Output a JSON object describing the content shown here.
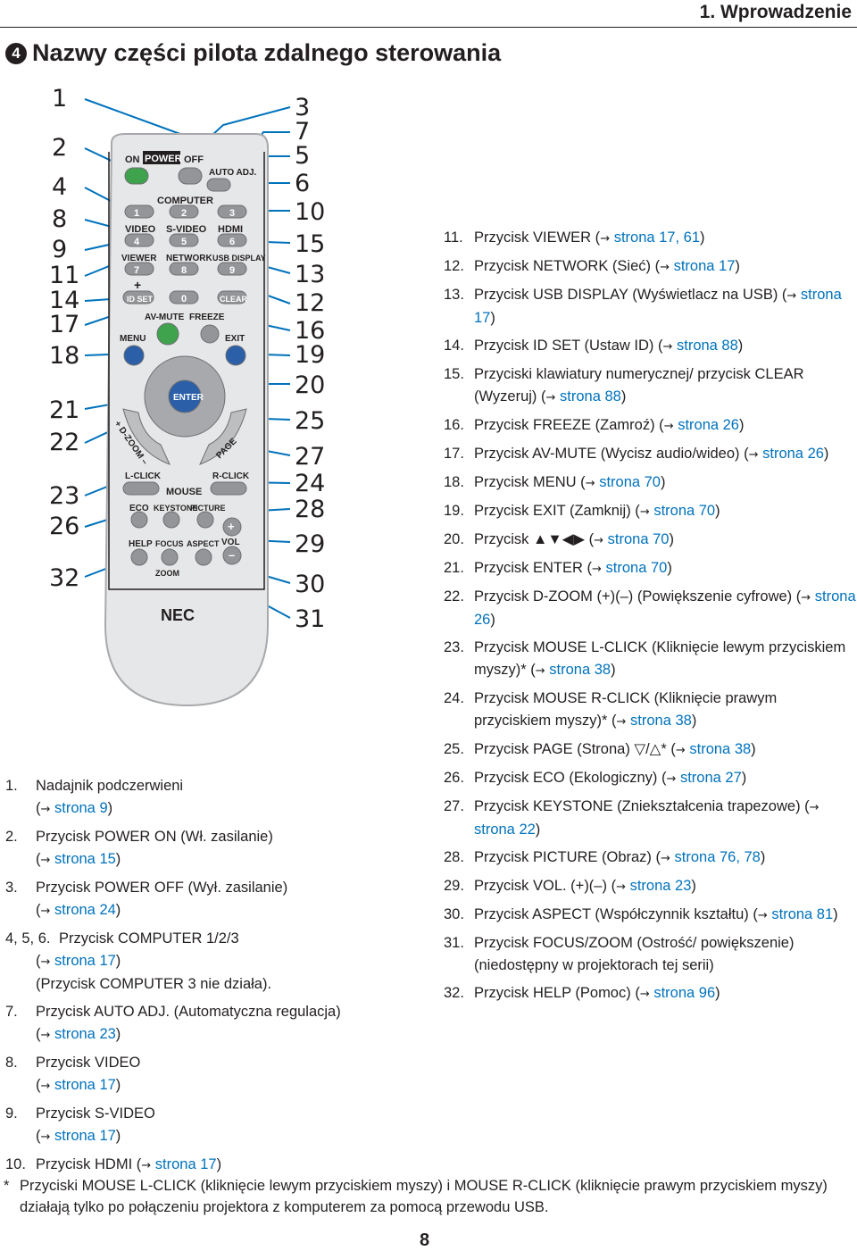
{
  "header": {
    "chapter": "1. Wprowadzenie"
  },
  "title": {
    "badge": "4",
    "text": "Nazwy części pilota zdalnego sterowania"
  },
  "callouts_left": [
    "1",
    "2",
    "4",
    "8",
    "9",
    "11",
    "14",
    "17",
    "18",
    "21",
    "22",
    "23",
    "26",
    "32"
  ],
  "callouts_right": [
    "3",
    "7",
    "5",
    "6",
    "10",
    "15",
    "13",
    "12",
    "16",
    "19",
    "20",
    "25",
    "27",
    "24",
    "28",
    "29",
    "30",
    "31"
  ],
  "remote": {
    "power_on": "ON",
    "power": "POWER",
    "power_off": "OFF",
    "auto_adj": "AUTO ADJ.",
    "computer": "COMPUTER",
    "k1": "1",
    "k2": "2",
    "k3": "3",
    "video": "VIDEO",
    "svideo": "S-VIDEO",
    "hdmi": "HDMI",
    "k4": "4",
    "k5": "5",
    "k6": "6",
    "viewer": "VIEWER",
    "network": "NETWORK",
    "usb_display": "USB DISPLAY",
    "k7": "7",
    "k8": "8",
    "k9": "9",
    "plus": "+",
    "id_set": "ID SET",
    "k0": "0",
    "clear": "CLEAR",
    "av_mute": "AV-MUTE",
    "freeze": "FREEZE",
    "menu": "MENU",
    "exit": "EXIT",
    "enter": "ENTER",
    "d_zoom": "+ D-ZOOM –",
    "page": "PAGE",
    "l_click": "L-CLICK",
    "r_click": "R-CLICK",
    "mouse": "MOUSE",
    "eco": "ECO",
    "keystone": "KEYSTONE",
    "picture": "PICTURE",
    "help": "HELP",
    "focus": "FOCUS",
    "aspect": "ASPECT",
    "vol": "VOL",
    "vol_plus": "+",
    "vol_minus": "–",
    "zoom": "ZOOM",
    "brand": "NEC"
  },
  "left_list": [
    {
      "num": "1.",
      "label": "Nadajnik podczerwieni",
      "ref": "strona 9"
    },
    {
      "num": "2.",
      "label": "Przycisk POWER ON (Wł. zasilanie)",
      "ref": "strona 15"
    },
    {
      "num": "3.",
      "label": "Przycisk POWER OFF (Wył. zasilanie)",
      "ref": "strona 24"
    },
    {
      "num": "4, 5, 6.",
      "label": "Przycisk COMPUTER 1/2/3",
      "ref": "strona 17",
      "note": "(Przycisk COMPUTER 3 nie działa)."
    },
    {
      "num": "7.",
      "label": "Przycisk AUTO ADJ. (Automatyczna regulacja)",
      "ref": "strona 23"
    },
    {
      "num": "8.",
      "label": "Przycisk VIDEO",
      "ref": "strona 17"
    },
    {
      "num": "9.",
      "label": "Przycisk S-VIDEO",
      "ref": "strona 17"
    },
    {
      "num": "10.",
      "label": "Przycisk HDMI",
      "ref": "strona 17"
    }
  ],
  "right_list": [
    {
      "num": "11.",
      "label": "Przycisk VIEWER",
      "ref": "strona 17, 61"
    },
    {
      "num": "12.",
      "label": "Przycisk NETWORK (Sieć)",
      "ref": "strona 17"
    },
    {
      "num": "13.",
      "label": "Przycisk USB DISPLAY (Wyświetlacz na USB)",
      "ref": "strona 17"
    },
    {
      "num": "14.",
      "label": "Przycisk ID SET (Ustaw ID)",
      "ref": "strona 88"
    },
    {
      "num": "15.",
      "label": "Przyciski klawiatury numerycznej/ przycisk CLEAR (Wyzeruj)",
      "ref": "strona 88"
    },
    {
      "num": "16.",
      "label": "Przycisk FREEZE (Zamroź)",
      "ref": "strona 26"
    },
    {
      "num": "17.",
      "label": "Przycisk AV-MUTE (Wycisz audio/wideo)",
      "ref": "strona 26"
    },
    {
      "num": "18.",
      "label": "Przycisk MENU",
      "ref": "strona 70"
    },
    {
      "num": "19.",
      "label": "Przycisk EXIT (Zamknij)",
      "ref": "strona 70"
    },
    {
      "num": "20.",
      "label": "Przycisk ▲▼◀▶",
      "ref": "strona 70"
    },
    {
      "num": "21.",
      "label": "Przycisk ENTER",
      "ref": "strona 70"
    },
    {
      "num": "22.",
      "label": "Przycisk D-ZOOM (+)(–) (Powiększenie cyfrowe)",
      "ref": "strona 26"
    },
    {
      "num": "23.",
      "label": "Przycisk MOUSE L-CLICK (Kliknięcie lewym przyciskiem myszy)*",
      "ref": "strona 38"
    },
    {
      "num": "24.",
      "label": "Przycisk MOUSE R-CLICK (Kliknięcie prawym przyciskiem myszy)*",
      "ref": "strona 38"
    },
    {
      "num": "25.",
      "label": "Przycisk PAGE (Strona) ▽/△*",
      "ref": "strona 38"
    },
    {
      "num": "26.",
      "label": "Przycisk ECO (Ekologiczny)",
      "ref": "strona 27"
    },
    {
      "num": "27.",
      "label": "Przycisk KEYSTONE (Zniekształcenia trapezowe)",
      "ref": "strona 22"
    },
    {
      "num": "28.",
      "label": "Przycisk PICTURE (Obraz)",
      "ref": "strona 76, 78"
    },
    {
      "num": "29.",
      "label": "Przycisk VOL. (+)(–)",
      "ref": "strona 23"
    },
    {
      "num": "30.",
      "label": "Przycisk ASPECT (Współczynnik kształtu)",
      "ref": "strona 81"
    },
    {
      "num": "31.",
      "label": "Przycisk FOCUS/ZOOM (Ostrość/ powiększenie)",
      "note": "(niedostępny w projektorach tej serii)"
    },
    {
      "num": "32.",
      "label": "Przycisk HELP (Pomoc)",
      "ref": "strona 96"
    }
  ],
  "footnote": {
    "star": "*",
    "text": "Przyciski MOUSE L-CLICK (kliknięcie lewym przyciskiem myszy) i MOUSE R-CLICK (kliknięcie prawym przyciskiem myszy) działają tylko po połączeniu projektora z komputerem za pomocą przewodu USB."
  },
  "page_number": "8",
  "colors": {
    "accent": "#0072bc",
    "callout_line": "#0072bc",
    "button_green": "#3fa34d",
    "button_blue": "#2b5fa8"
  }
}
